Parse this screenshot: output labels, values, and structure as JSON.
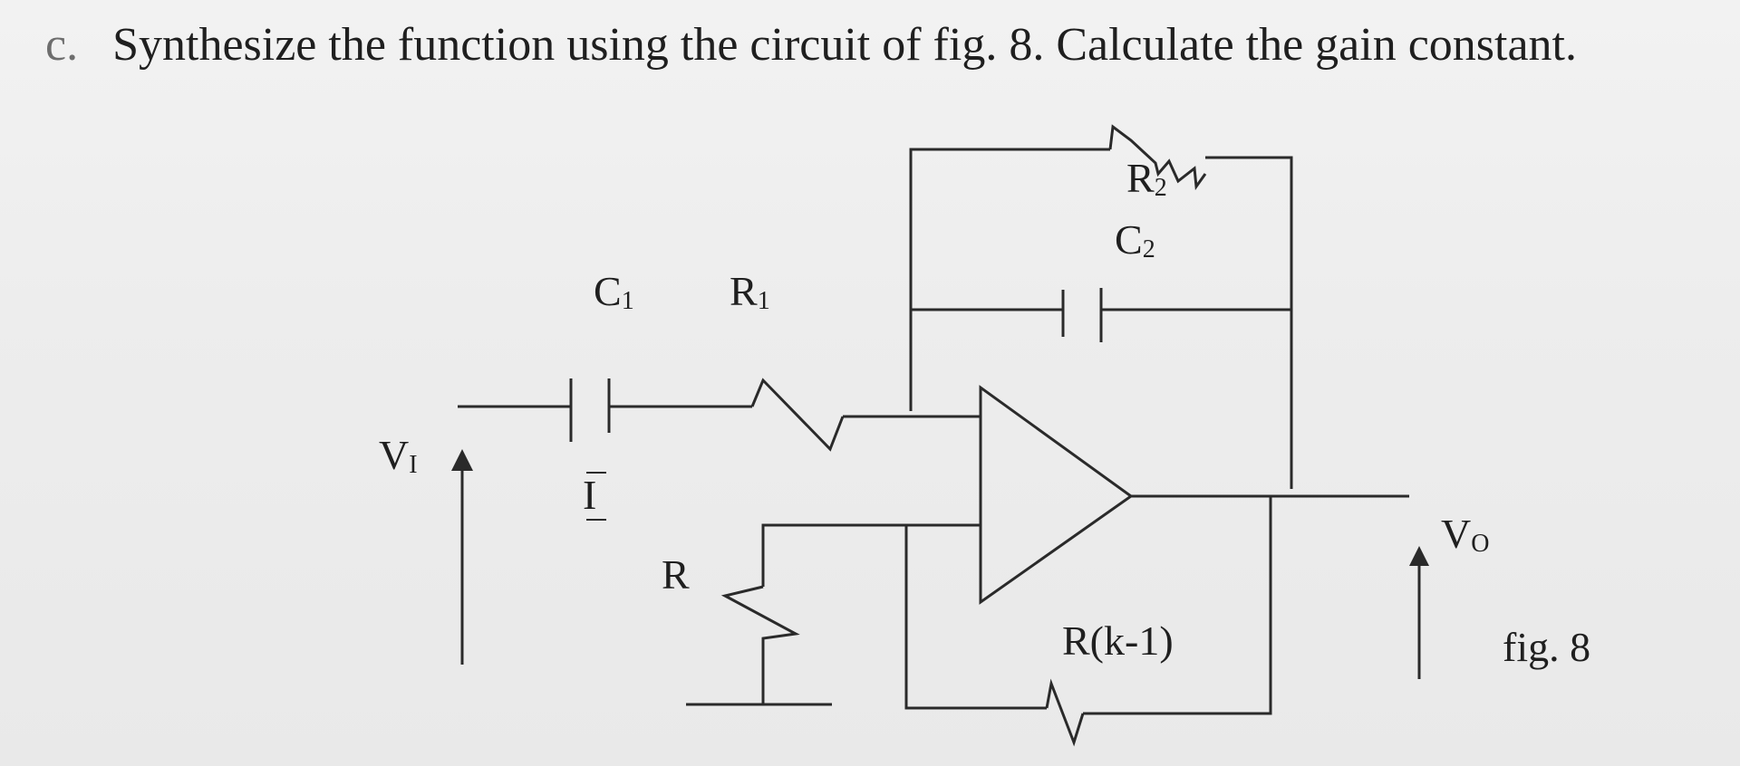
{
  "question": {
    "marker": "c.",
    "text": "Synthesize the function using the circuit of fig. 8. Calculate the gain constant."
  },
  "labels": {
    "r2": "R",
    "r2_sub": "2",
    "c2": "C",
    "c2_sub": "2",
    "c1": "C",
    "c1_sub": "1",
    "r1": "R",
    "r1_sub": "1",
    "vi": "V",
    "vi_sub": "I",
    "current": "I",
    "r": "R",
    "rk": "R(k-1)",
    "vo": "V",
    "vo_sub": "O",
    "figure": "fig. 8"
  }
}
